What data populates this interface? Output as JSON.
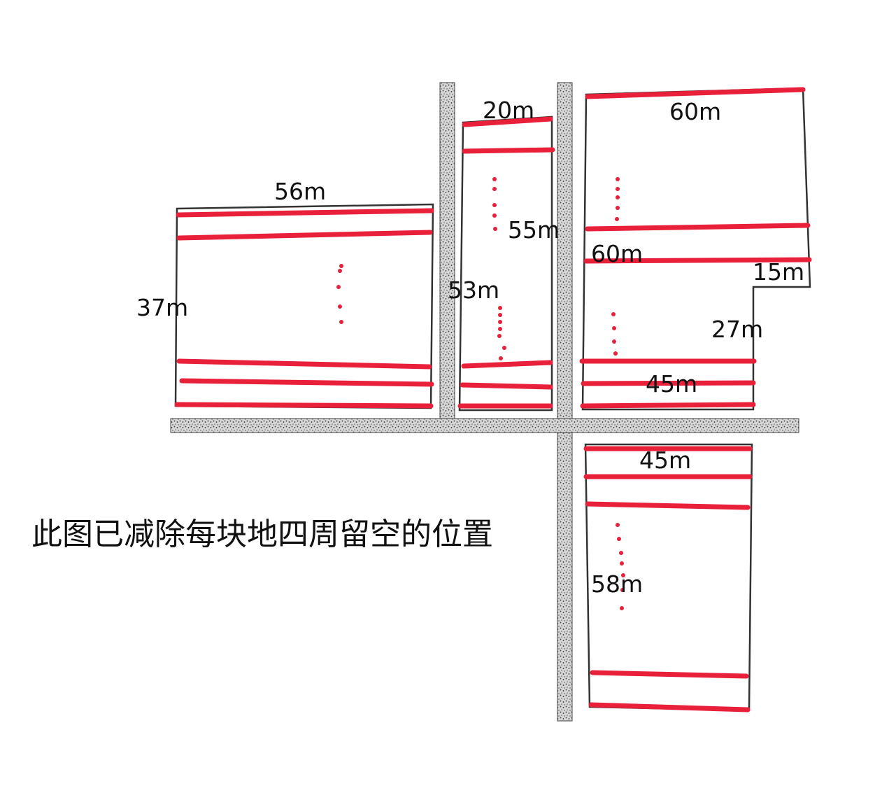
{
  "colors": {
    "red": "#e8203a",
    "outline": "#333333",
    "road": "#9a9a9a"
  },
  "plots": {
    "left": {
      "top_width": "56m",
      "height": "37m"
    },
    "middle": {
      "top_width": "20m",
      "right_height": "55m",
      "left_height": "53m"
    },
    "right": {
      "top_width": "60m",
      "mid_width": "60m",
      "notch": "15m",
      "notch_height": "27m",
      "bottom_width": "45m"
    },
    "lower": {
      "top_width": "45m",
      "height": "58m"
    }
  },
  "note": "此图已减除每块地四周留空的位置"
}
